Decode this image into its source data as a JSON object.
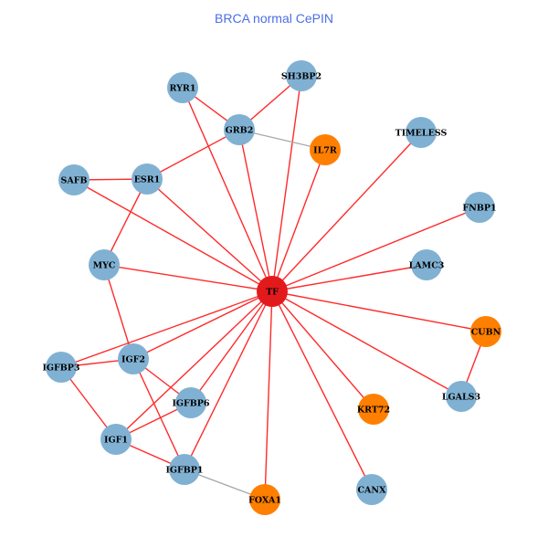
{
  "title": "BRCA normal CePIN",
  "colors": {
    "tf": "#e31a1c",
    "blue": "#80b1d3",
    "orange": "#ff7f00",
    "edge_red": "#ff2a2a",
    "edge_gray": "#aaaaaa"
  },
  "nodes": [
    {
      "id": "TF",
      "group": "tf"
    },
    {
      "id": "RYR1",
      "group": "blue"
    },
    {
      "id": "SH3BP2",
      "group": "blue"
    },
    {
      "id": "GRB2",
      "group": "blue"
    },
    {
      "id": "IL7R",
      "group": "orange"
    },
    {
      "id": "TIMELESS",
      "group": "blue"
    },
    {
      "id": "SAFB",
      "group": "blue"
    },
    {
      "id": "ESR1",
      "group": "blue"
    },
    {
      "id": "FNBP1",
      "group": "blue"
    },
    {
      "id": "MYC",
      "group": "blue"
    },
    {
      "id": "LAMC3",
      "group": "blue"
    },
    {
      "id": "CUBN",
      "group": "orange"
    },
    {
      "id": "IGFBP3",
      "group": "blue"
    },
    {
      "id": "IGF2",
      "group": "blue"
    },
    {
      "id": "IGFBP6",
      "group": "blue"
    },
    {
      "id": "KRT72",
      "group": "orange"
    },
    {
      "id": "LGALS3",
      "group": "blue"
    },
    {
      "id": "IGF1",
      "group": "blue"
    },
    {
      "id": "IGFBP1",
      "group": "blue"
    },
    {
      "id": "FOXA1",
      "group": "orange"
    },
    {
      "id": "CANX",
      "group": "blue"
    }
  ],
  "edges": [
    [
      "TF",
      "RYR1",
      "red"
    ],
    [
      "TF",
      "SH3BP2",
      "red"
    ],
    [
      "TF",
      "GRB2",
      "red"
    ],
    [
      "TF",
      "IL7R",
      "red"
    ],
    [
      "TF",
      "TIMELESS",
      "red"
    ],
    [
      "TF",
      "SAFB",
      "red"
    ],
    [
      "TF",
      "ESR1",
      "red"
    ],
    [
      "TF",
      "FNBP1",
      "red"
    ],
    [
      "TF",
      "MYC",
      "red"
    ],
    [
      "TF",
      "LAMC3",
      "red"
    ],
    [
      "TF",
      "CUBN",
      "red"
    ],
    [
      "TF",
      "IGFBP3",
      "red"
    ],
    [
      "TF",
      "IGF2",
      "red"
    ],
    [
      "TF",
      "IGFBP6",
      "red"
    ],
    [
      "TF",
      "KRT72",
      "red"
    ],
    [
      "TF",
      "LGALS3",
      "red"
    ],
    [
      "TF",
      "IGF1",
      "red"
    ],
    [
      "TF",
      "IGFBP1",
      "red"
    ],
    [
      "TF",
      "FOXA1",
      "red"
    ],
    [
      "TF",
      "CANX",
      "red"
    ],
    [
      "RYR1",
      "GRB2",
      "red"
    ],
    [
      "SH3BP2",
      "GRB2",
      "red"
    ],
    [
      "GRB2",
      "IL7R",
      "gray"
    ],
    [
      "GRB2",
      "ESR1",
      "red"
    ],
    [
      "SAFB",
      "ESR1",
      "red"
    ],
    [
      "ESR1",
      "MYC",
      "red"
    ],
    [
      "MYC",
      "IGF2",
      "red"
    ],
    [
      "IGFBP3",
      "IGF2",
      "red"
    ],
    [
      "IGFBP3",
      "IGF1",
      "red"
    ],
    [
      "IGF2",
      "IGFBP6",
      "red"
    ],
    [
      "IGF2",
      "IGFBP1",
      "red"
    ],
    [
      "IGF1",
      "IGFBP6",
      "red"
    ],
    [
      "IGF1",
      "IGFBP1",
      "red"
    ],
    [
      "IGFBP1",
      "FOXA1",
      "gray"
    ],
    [
      "CUBN",
      "LGALS3",
      "red"
    ]
  ]
}
